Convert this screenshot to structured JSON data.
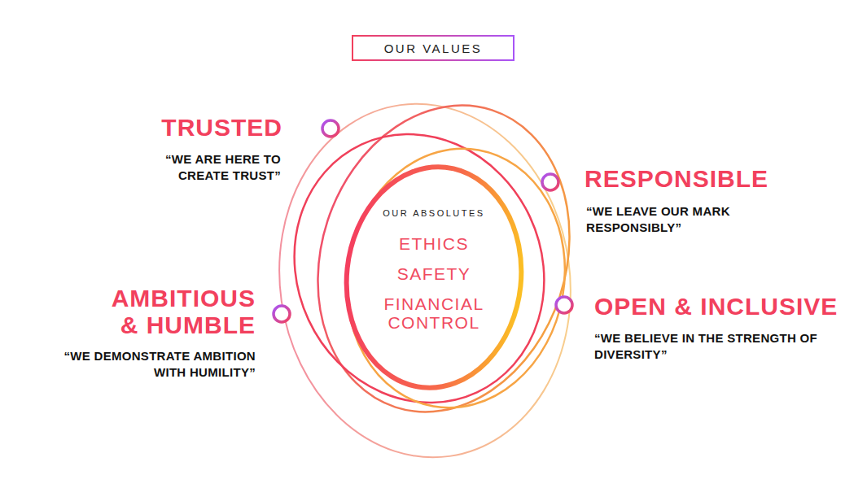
{
  "diagram": {
    "title": "OUR VALUES",
    "nodes": [
      {
        "text": [
          "OUR ABSOLUTES",
          "ETHICS",
          "SAFETY",
          "FINANCIAL CONTROL"
        ]
      }
    ],
    "labels": [
      "TRUSTED",
      "“WE ARE HERE TO CREATE TRUST”",
      "RESPONSIBLE",
      "“WE LEAVE OUR MARK RESPONSIBLY”",
      "AMBITIOUS & HUMBLE",
      "“WE DEMONSTRATE AMBITION WITH HUMILITY”",
      "OPEN & INCLUSIVE",
      "“WE BELIEVE IN THE STRENGTH OF DIVERSITY”"
    ]
  }
}
